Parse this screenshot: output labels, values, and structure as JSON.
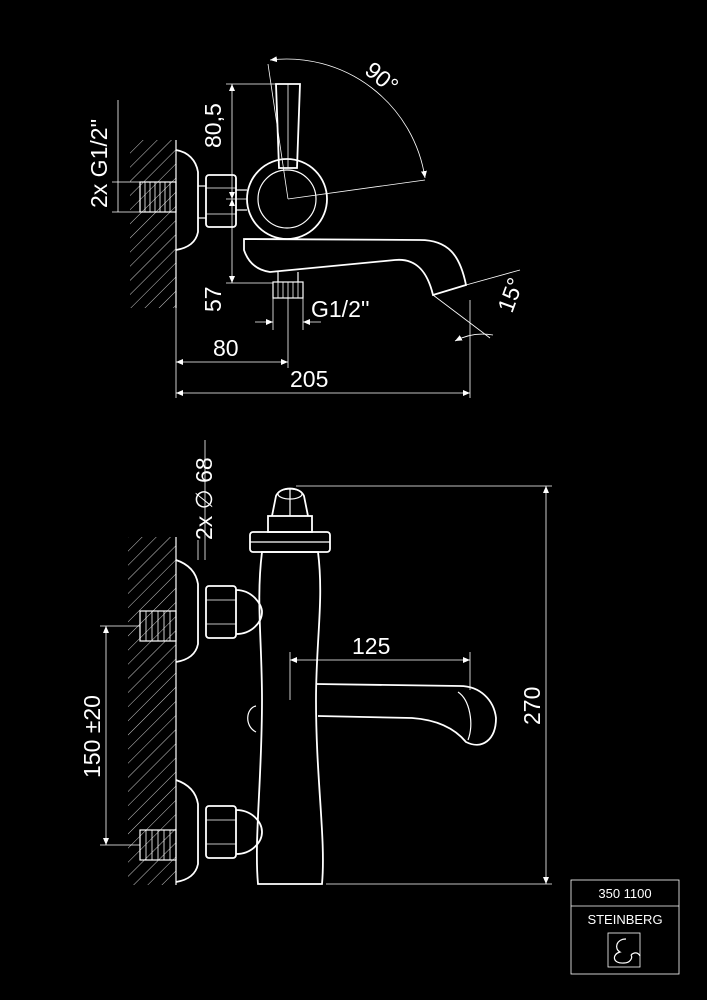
{
  "colors": {
    "background": "#000000",
    "line": "#ffffff"
  },
  "side_view": {
    "angle_lever": "90°",
    "lever_height": "80,5",
    "connection": "2x G1/2''",
    "outlet_height": "57",
    "outlet_thread": "G1/2''",
    "angle_spout": "15°",
    "wall_to_outlet": "80",
    "total_projection": "205"
  },
  "front_view": {
    "escutcheon": "2x ∅ 68",
    "spout_reach": "125",
    "total_height": "270",
    "center_distance": "150 ±20"
  },
  "title_block": {
    "article_number": "350 1100",
    "brand": "STEINBERG",
    "logo_icon": "steinberg-logo-icon"
  }
}
